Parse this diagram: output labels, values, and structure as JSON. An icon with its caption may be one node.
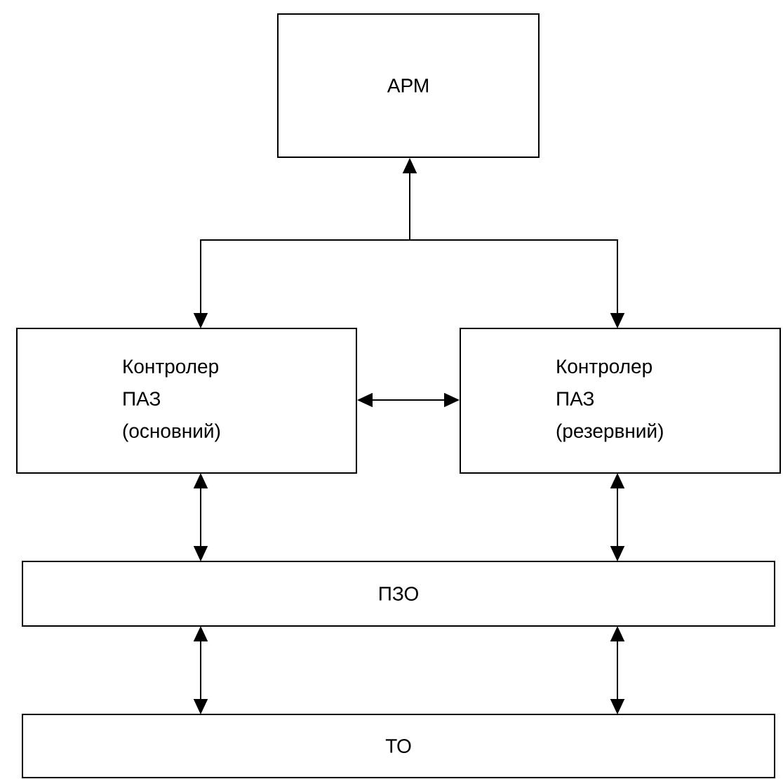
{
  "diagram": {
    "nodes": [
      {
        "text": [
          "АРМ"
        ]
      },
      {
        "text": [
          "Контролер ПАЗ (основний)"
        ]
      },
      {
        "text": [
          "Контролер ПАЗ (резервний)"
        ]
      },
      {
        "text": [
          "ПЗО"
        ]
      },
      {
        "text": [
          "ТО"
        ]
      }
    ],
    "edges": [
      {
        "from": 1,
        "to": 0,
        "arrow": "both"
      },
      {
        "from": 2,
        "to": 0,
        "arrow": "both"
      },
      {
        "from": 1,
        "to": 2,
        "arrow": "both"
      },
      {
        "from": 1,
        "to": 3,
        "arrow": "both"
      },
      {
        "from": 2,
        "to": 3,
        "arrow": "both"
      },
      {
        "from": 3,
        "to": 4,
        "arrow": "both"
      },
      {
        "from": 3,
        "to": 4,
        "arrow": "both"
      }
    ]
  }
}
